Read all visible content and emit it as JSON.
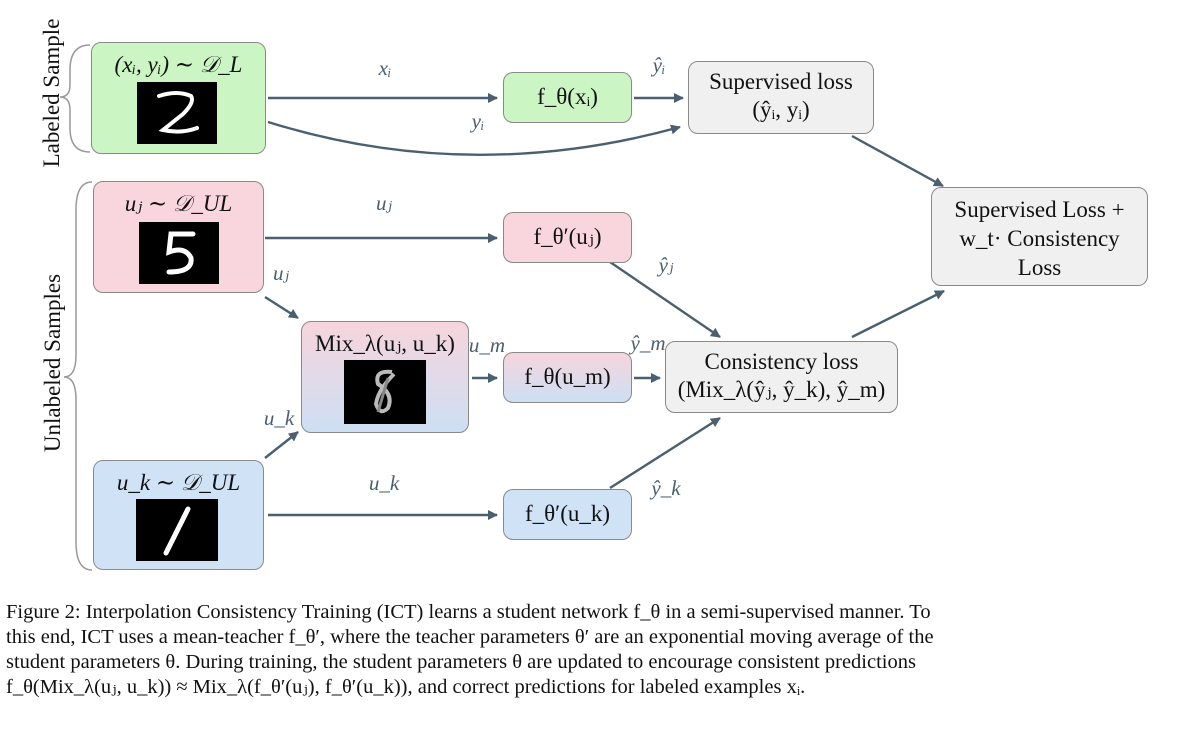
{
  "side_labels": {
    "labeled": "Labeled Sample",
    "unlabeled": "Unlabeled Samples"
  },
  "nodes": {
    "labeled_input": "(xᵢ, yᵢ) ∼ 𝒟_L",
    "unlabeled_j": "uⱼ ∼ 𝒟_UL",
    "unlabeled_k": "u_k ∼ 𝒟_UL",
    "mix": "Mix_λ(uⱼ, u_k)",
    "f_xi": "f_θ(xᵢ)",
    "f_uj": "f_θ′(uⱼ)",
    "f_um": "f_θ(u_m)",
    "f_uk": "f_θ′(u_k)",
    "supervised_loss_l1": "Supervised loss",
    "supervised_loss_l2": "(ŷᵢ, yᵢ)",
    "consistency_loss_l1": "Consistency loss",
    "consistency_loss_l2": "(Mix_λ(ŷⱼ, ŷ_k), ŷ_m)",
    "total_loss_l1": "Supervised Loss +",
    "total_loss_l2": "w_t· Consistency",
    "total_loss_l3": "Loss"
  },
  "edges": {
    "xi": "xᵢ",
    "yi": "yᵢ",
    "yhat_i": "ŷᵢ",
    "uj_top": "uⱼ",
    "uj_diag": "uⱼ",
    "yhat_j": "ŷⱼ",
    "um": "u_m",
    "yhat_m": "ŷ_m",
    "uk_diag": "u_k",
    "uk_bottom": "u_k",
    "yhat_k": "ŷ_k"
  },
  "digits": [
    "2",
    "5",
    "8",
    "1"
  ],
  "caption": {
    "line1": "Figure 2: Interpolation Consistency Training (ICT) learns a student network f_θ in a semi-supervised manner. To",
    "line2": "this end, ICT uses a mean-teacher f_θ′, where the teacher parameters θ′ are an exponential moving average of the",
    "line3": "student parameters θ. During training, the student parameters θ are updated to encourage consistent predictions",
    "line4": "f_θ(Mix_λ(uⱼ, u_k)) ≈ Mix_λ(f_θ′(uⱼ), f_θ′(u_k)), and correct predictions for labeled examples xᵢ."
  },
  "colors": {
    "labeled": "#ccf5c4",
    "teacher": "#f9d6dd",
    "student": "#cfe2f6",
    "loss": "#f0f0f0",
    "arrow": "#4a6070"
  }
}
